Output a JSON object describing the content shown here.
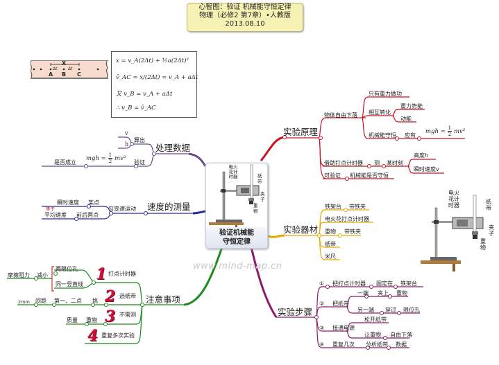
{
  "title": {
    "line1": "心智图：验证 机械能守恒定律",
    "line2": "物理（必修2 第7章）•人教版",
    "line3": "2013.08.10"
  },
  "center": {
    "label_line1": "验证机械能",
    "label_line2": "守恒定律",
    "apparatus_labels": {
      "timer": "电火花计时器",
      "tape": "纸带",
      "clip": "夹子",
      "weight": "重物"
    }
  },
  "tape_diagram": {
    "points": [
      "A",
      "B",
      "C"
    ],
    "span_label": "X",
    "interval_label": "Δt"
  },
  "formulas": [
    "x = v_A(2Δt) + ½a(2Δt)²",
    "v̄_AC = x/(2Δt) = v_A + aΔt",
    "又 v_B = v_A + aΔt",
    "∴ v_B = v̄_AC"
  ],
  "branches": {
    "principle": {
      "label": "实验原理",
      "color": "#cc1122",
      "items": {
        "free_fall": "物体自由下落",
        "only_gravity": "只有重力做功",
        "mutual_convert": "相互转化",
        "potential": "重力势能",
        "kinetic": "动能",
        "conserve": "机械能守恒",
        "should": "应有",
        "equation": "mgh = ½mv²",
        "use_timer": "借助打点计时器",
        "measure": "测",
        "moment": "某时刻",
        "height": "高度h",
        "inst_speed": "瞬时速度v",
        "verify": "可验证",
        "whether": "机械能是否守恒"
      }
    },
    "equipment": {
      "label": "实验器材",
      "color": "#e8a800",
      "items": [
        "铁架台",
        "带铁夹",
        "电火花打点计时器",
        "重物",
        "带铁夹",
        "纸带",
        "米尺"
      ]
    },
    "steps": {
      "label": "实验步骤",
      "color": "#8a1a6a",
      "items": {
        "s1_num": "①",
        "s1_a": "把打点计时器",
        "s1_b": "固定在",
        "s1_c": "铁架台",
        "s2_num": "②",
        "s2_a": "把纸带",
        "s2_b1": "一端",
        "s2_b2": "夹上",
        "s2_b3": "重物",
        "s2_c1": "另一端",
        "s2_c2": "穿过",
        "s2_c3": "限位孔",
        "s3_num": "③",
        "s3_a": "接通电源",
        "s3_b": "松开纸带",
        "s3_c1": "让重物",
        "s3_c2": "自由下落",
        "s4_num": "④",
        "s4_a": "重复几次",
        "s4_b": "分析纸带",
        "s4_c": "数据"
      }
    },
    "process": {
      "label": "处理数据",
      "color": "#6a4a8a",
      "items": {
        "compute": "算出",
        "v": "v",
        "h": "h",
        "verify": "验证",
        "equation": "mgh = ½mv²",
        "holds": "是否成立"
      }
    },
    "speed": {
      "label": "速度的测量",
      "color": "#2a2aa0",
      "items": {
        "uniform": "匀变速运动",
        "inst": "瞬时速度",
        "point": "某点",
        "equal": "等于",
        "avg": "平均速度",
        "before_after": "前后两点"
      }
    },
    "notes": {
      "label": "注意事项",
      "color": "#1a8a1a",
      "items": {
        "n1_num": "1",
        "n1": "打点计时器",
        "n1_a": "两限位孔",
        "n1_b": "同一竖直线",
        "n1_c": "减小",
        "n1_d": "摩擦阻力",
        "n2_num": "2",
        "n2": "选纸带",
        "n2_a": "挑",
        "n2_b": "第一、二点",
        "n2_c": "间距",
        "n2_d": "2mm",
        "n3_num": "3",
        "n3": "不需测",
        "n3_a": "重物",
        "n3_b": "质量",
        "n4_num": "4",
        "n4": "重复多次实验"
      }
    }
  },
  "watermark": "www.mind-map.cn",
  "side_figure": {
    "labels": {
      "timer": "电火花计时器",
      "tape": "纸带",
      "clip": "夹子",
      "weight": "重物"
    }
  }
}
